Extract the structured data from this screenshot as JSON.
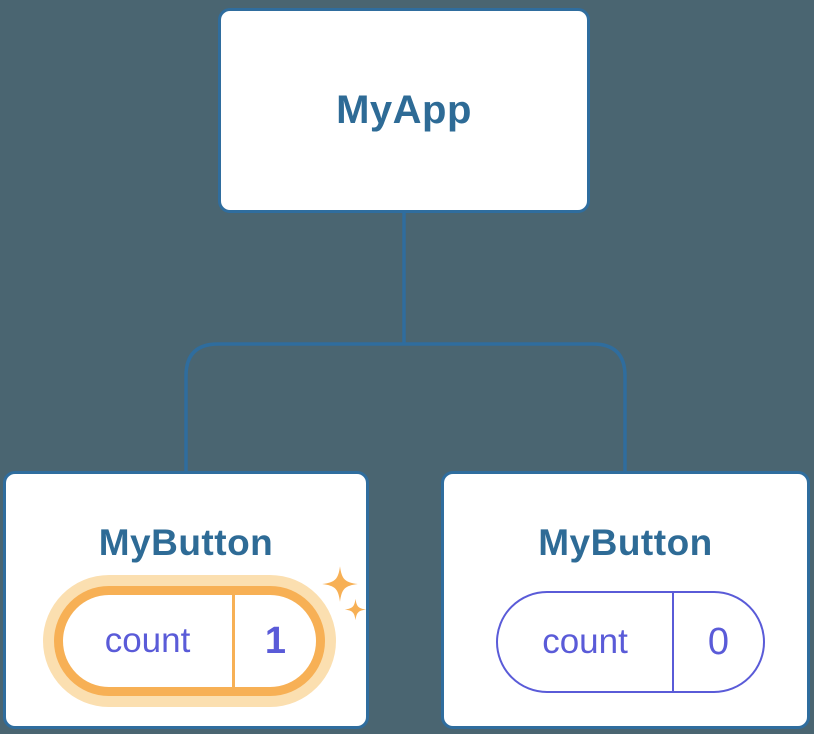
{
  "diagram": {
    "root": {
      "label": "MyApp"
    },
    "children": [
      {
        "label": "MyButton",
        "state": {
          "key": "count",
          "value": "1"
        },
        "highlighted": true
      },
      {
        "label": "MyButton",
        "state": {
          "key": "count",
          "value": "0"
        },
        "highlighted": false
      }
    ]
  },
  "icons": {
    "sparkle": "✦"
  },
  "colors": {
    "background": "#4a6571",
    "connector": "#2f6d9e",
    "node_border": "#2f6d9e",
    "node_title": "#2e6b96",
    "state_text": "#5a5bd8",
    "state_border": "#5a5bd8",
    "highlight": "#f7b055",
    "highlight_halo": "#fbdfb0",
    "node_bg": "#ffffff"
  }
}
